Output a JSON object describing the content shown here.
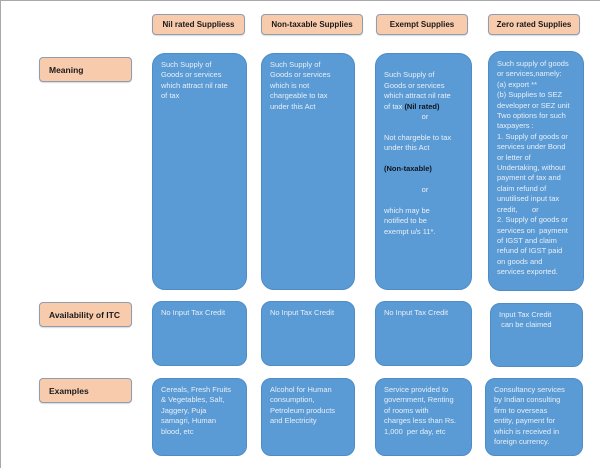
{
  "colors": {
    "box_blue": "#5B9BD5",
    "box_peach": "#F8CBAD",
    "blue_text": "#E8EFF7",
    "dark_text": "#10151f",
    "border_gray": "#8f9dae"
  },
  "row_labels": {
    "meaning": "Meaning",
    "itc": "Availability of ITC",
    "examples": "Examples"
  },
  "columns": [
    {
      "header": "Nil rated Suppliess",
      "meaning": "Such Supply of\nGoods or services\nwhich attract nil rate\nof tax",
      "itc": "No Input Tax Credit",
      "examples": "Cereals, Fresh Fruits\n& Vegetables, Salt,\nJaggery, Puja\nsamagri, Human\nblood, etc"
    },
    {
      "header": "Non-taxable Supplies",
      "meaning": "Such Supply of\nGoods or services\nwhich is not\nchargeable to tax\nunder this Act",
      "itc": "No Input Tax Credit",
      "examples": "Alcohol for Human\nconsumption,\nPetroleum products\nand Electricity"
    },
    {
      "header": "Exempt Supplies",
      "meaning_parts": {
        "intro": "Such Supply of\nGoods or services\nwhich attract nil rate\nof tax ",
        "nil_rated": "(Nil rated)",
        "or1": "or",
        "not_chargeable": "Not chargeble to tax\nunder this Act",
        "non_taxable": "(Non-taxable)",
        "or2": "or",
        "notified": "which may be\nnotified to be\nexempt u/s 11*."
      },
      "itc": "No Input Tax Credit",
      "examples": "Service provided to\ngovernment, Renting\nof rooms with\ncharges less than Rs.\n1,000  per day, etc"
    },
    {
      "header": "Zero rated Supplies",
      "meaning": "Such supply of goods\nor services,namely:\n(a) export **\n(b) Supplies to SEZ\ndeveloper or SEZ unit\nTwo options for such\ntaxpayers :\n1. Supply of goods or\nservices under Bond\nor letter of\nUndertaking, without\npayment of tax and\nclaim refund of\nunutilised input tax\ncredit,       or\n2. Supply of goods or\nservices on  payment\nof IGST and claim\nrefund of IGST paid\non goods and\nservices exported.",
      "itc": "Input Tax Credit\n can be claimed",
      "examples": "Consultancy services\nby Indian consulting\nfirm to overseas\nentity, payment for\nwhich is received in\nforeign currency."
    }
  ]
}
